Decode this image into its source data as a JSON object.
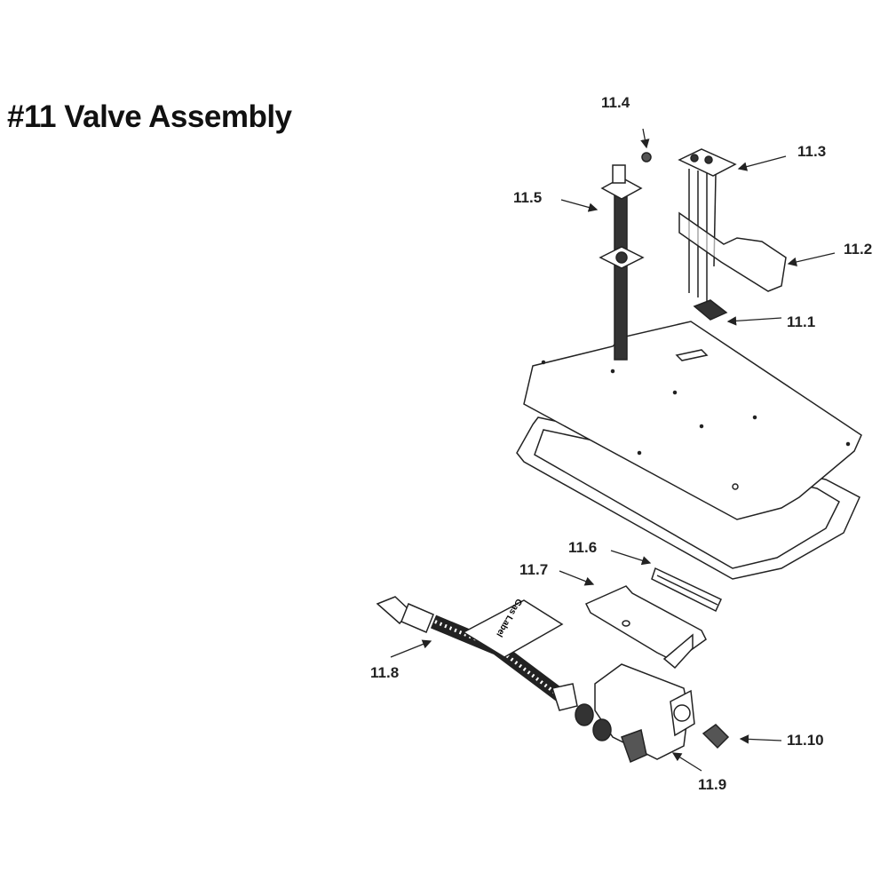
{
  "title": "#11 Valve Assembly",
  "callouts": {
    "p11_1": "11.1",
    "p11_2": "11.2",
    "p11_3": "11.3",
    "p11_4": "11.4",
    "p11_5": "11.5",
    "p11_6": "11.6",
    "p11_7": "11.7",
    "p11_8": "11.8",
    "p11_9": "11.9",
    "p11_10": "11.10"
  },
  "gas_label_text": "Gas Label"
}
